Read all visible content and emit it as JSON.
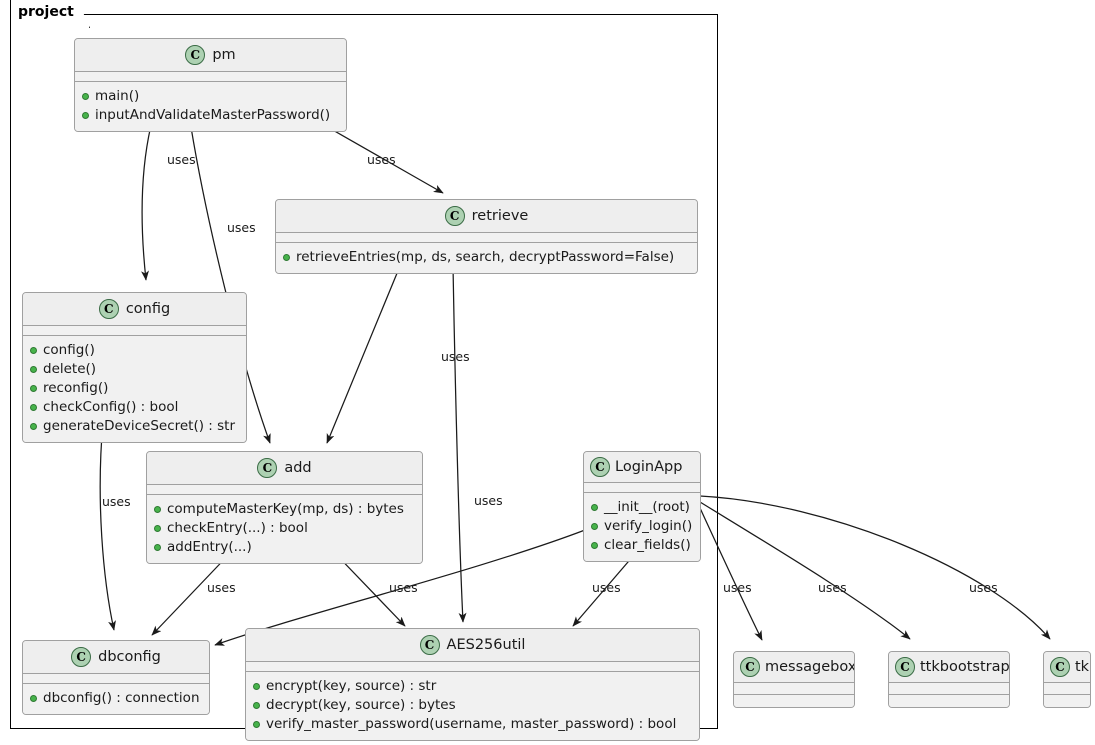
{
  "diagram": {
    "type": "uml-class-diagram",
    "package": {
      "name": "project"
    },
    "edge_label": "uses",
    "icon_letter": "C",
    "colors": {
      "class_header_bg": "#eeeeee",
      "class_body_bg": "#f1f1f1",
      "class_border": "#a0a0a0",
      "icon_bg": "#add1b2",
      "icon_border": "#3a6b45",
      "member_dot": "#47b34b",
      "frame_border": "#000000",
      "edge_stroke": "#1a1a1a",
      "page_bg": "#ffffff"
    },
    "classes": [
      {
        "id": "pm",
        "name": "pm",
        "members": [
          "main()",
          "inputAndValidateMasterPassword()"
        ]
      },
      {
        "id": "retrieve",
        "name": "retrieve",
        "members": [
          "retrieveEntries(mp, ds, search, decryptPassword=False)"
        ]
      },
      {
        "id": "config",
        "name": "config",
        "members": [
          "config()",
          "delete()",
          "reconfig()",
          "checkConfig() : bool",
          "generateDeviceSecret() : str"
        ]
      },
      {
        "id": "add",
        "name": "add",
        "members": [
          "computeMasterKey(mp, ds) : bytes",
          "checkEntry(...) : bool",
          "addEntry(...)"
        ]
      },
      {
        "id": "loginapp",
        "name": "LoginApp",
        "members": [
          "__init__(root)",
          "verify_login()",
          "clear_fields()"
        ]
      },
      {
        "id": "dbconfig",
        "name": "dbconfig",
        "members": [
          "dbconfig() : connection"
        ]
      },
      {
        "id": "aes256util",
        "name": "AES256util",
        "members": [
          "encrypt(key, source) : str",
          "decrypt(key, source) : bytes",
          "verify_master_password(username, master_password) : bool"
        ]
      },
      {
        "id": "messagebox",
        "name": "messagebox",
        "members": []
      },
      {
        "id": "ttkbootstrap",
        "name": "ttkbootstrap",
        "members": []
      },
      {
        "id": "tk",
        "name": "tk",
        "members": []
      }
    ],
    "relations": [
      {
        "from": "pm",
        "to": "config",
        "label": "uses"
      },
      {
        "from": "pm",
        "to": "add",
        "label": "uses"
      },
      {
        "from": "pm",
        "to": "retrieve",
        "label": "uses"
      },
      {
        "from": "retrieve",
        "to": "add",
        "label": "uses"
      },
      {
        "from": "retrieve",
        "to": "aes256util",
        "label": "uses"
      },
      {
        "from": "config",
        "to": "dbconfig",
        "label": "uses"
      },
      {
        "from": "add",
        "to": "dbconfig",
        "label": "uses"
      },
      {
        "from": "add",
        "to": "aes256util",
        "label": "uses"
      },
      {
        "from": "loginapp",
        "to": "dbconfig",
        "label": "uses"
      },
      {
        "from": "loginapp",
        "to": "aes256util",
        "label": "uses"
      },
      {
        "from": "loginapp",
        "to": "messagebox",
        "label": "uses"
      },
      {
        "from": "loginapp",
        "to": "ttkbootstrap",
        "label": "uses"
      },
      {
        "from": "loginapp",
        "to": "tk",
        "label": "uses"
      }
    ],
    "edge_labels": [
      {
        "id": "l-pm-config",
        "text": "uses"
      },
      {
        "id": "l-pm-add",
        "text": "uses"
      },
      {
        "id": "l-pm-retrieve",
        "text": "uses"
      },
      {
        "id": "l-retrieve-aes",
        "text": "uses"
      },
      {
        "id": "l-config-dbconfig",
        "text": "uses"
      },
      {
        "id": "l-add-dbconfig",
        "text": "uses"
      },
      {
        "id": "l-add-aes",
        "text": "uses"
      },
      {
        "id": "l-login-dbconfig",
        "text": "uses"
      },
      {
        "id": "l-login-aes",
        "text": "uses"
      },
      {
        "id": "l-login-messagebox",
        "text": "uses"
      },
      {
        "id": "l-login-ttk",
        "text": "uses"
      },
      {
        "id": "l-login-tk",
        "text": "uses"
      }
    ]
  }
}
